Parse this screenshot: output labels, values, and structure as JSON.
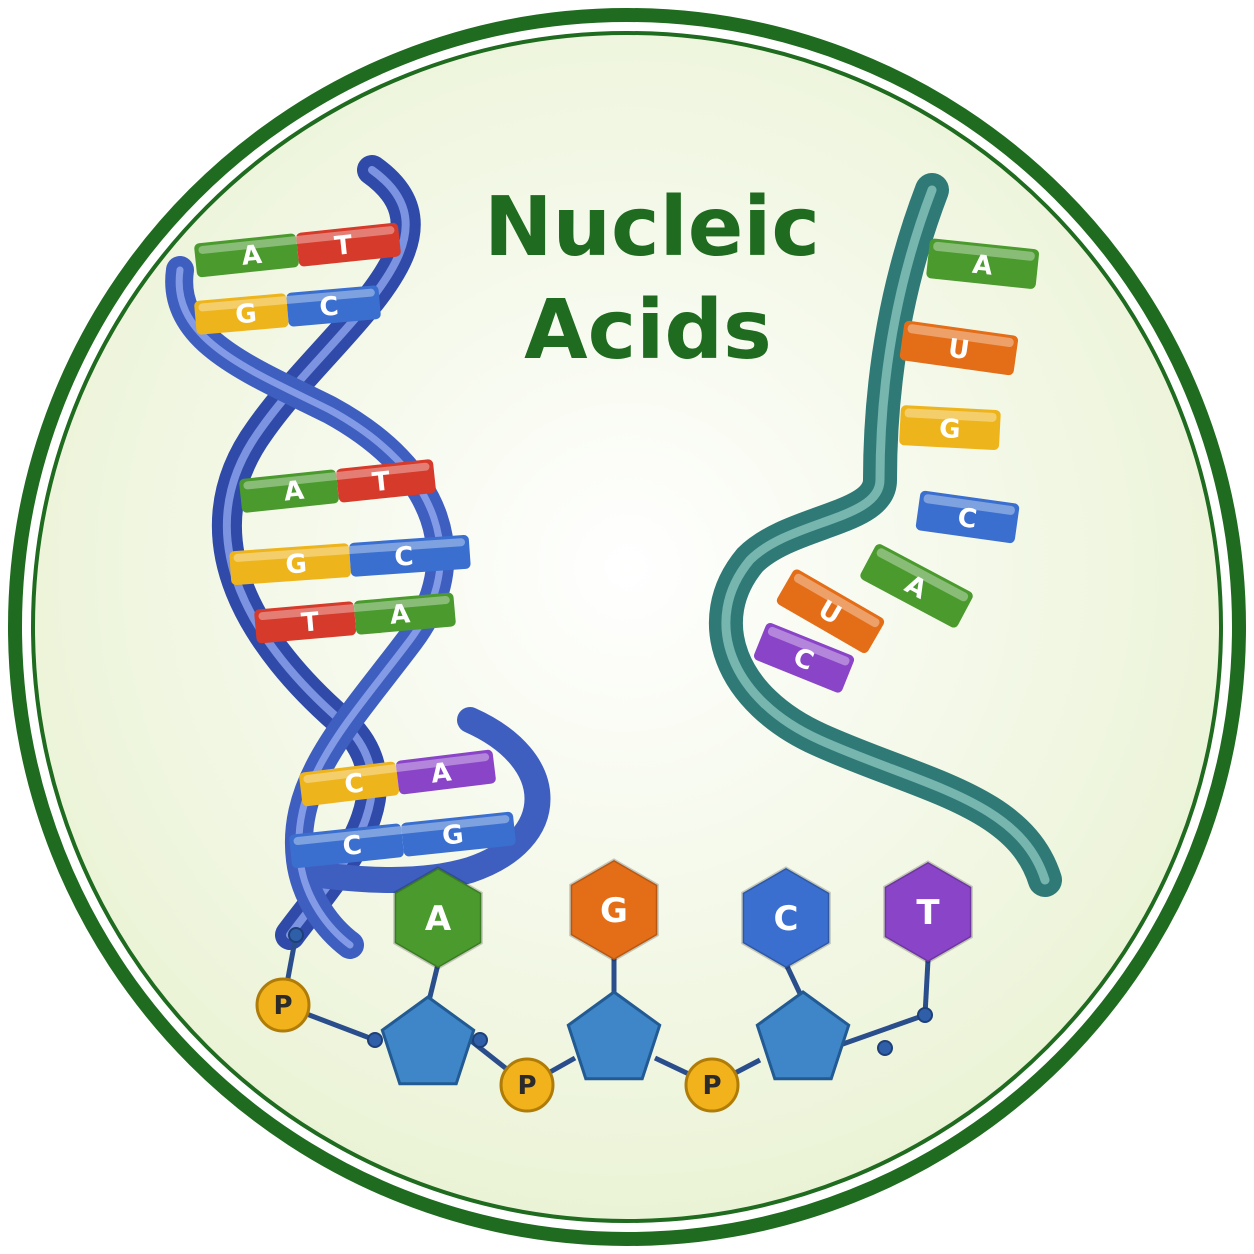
{
  "title": {
    "line1": "Nucleic",
    "line2": "Acids"
  },
  "colors": {
    "frame": "#1f6b1f",
    "background": "#eef5dc",
    "dna_backbone": "#3f5fc0",
    "rna_backbone": "#3a8f8a",
    "sugar": "#3f86c8",
    "phosphate": "#f2b21b",
    "A": "#4a9a2e",
    "T": "#d63a2a",
    "G": "#eeb41c",
    "C": "#3a6fcf",
    "U": "#e46d17",
    "purple": "#8a44c8"
  },
  "dna": {
    "pairs": [
      {
        "left": "A",
        "right": "T",
        "left_color": "A",
        "right_color": "T"
      },
      {
        "left": "G",
        "right": "C",
        "left_color": "G",
        "right_color": "C"
      },
      {
        "left": "A",
        "right": "T",
        "left_color": "A",
        "right_color": "T"
      },
      {
        "left": "G",
        "right": "C",
        "left_color": "G",
        "right_color": "C"
      },
      {
        "left": "T",
        "right": "A",
        "left_color": "T",
        "right_color": "A"
      },
      {
        "left": "C",
        "right": "A",
        "left_color": "G",
        "right_color": "purple"
      },
      {
        "left": "C",
        "right": "G",
        "left_color": "C",
        "right_color": "C"
      }
    ]
  },
  "rna": {
    "bases": [
      {
        "letter": "A",
        "color": "A"
      },
      {
        "letter": "U",
        "color": "U"
      },
      {
        "letter": "G",
        "color": "G"
      },
      {
        "letter": "C",
        "color": "C"
      },
      {
        "letter": "A",
        "color": "A"
      },
      {
        "letter": "U",
        "color": "U"
      },
      {
        "letter": "C",
        "color": "purple"
      }
    ]
  },
  "nucleotide_chain": {
    "bases": [
      {
        "letter": "A",
        "color": "A"
      },
      {
        "letter": "G",
        "color": "U"
      },
      {
        "letter": "C",
        "color": "C"
      },
      {
        "letter": "T",
        "color": "purple"
      }
    ],
    "phosphates": [
      "P",
      "P",
      "P"
    ]
  }
}
